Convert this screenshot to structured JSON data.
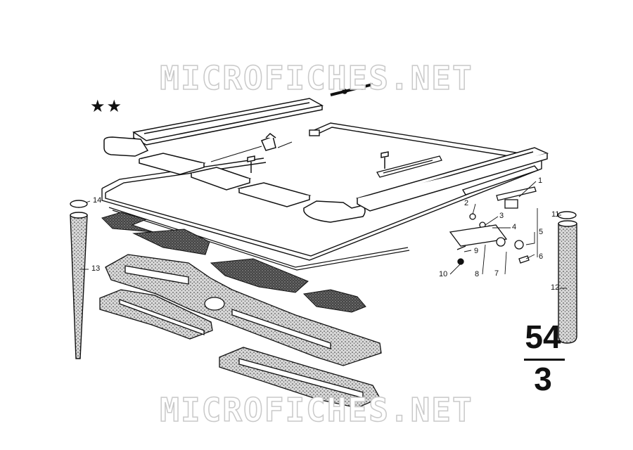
{
  "watermark": {
    "top": "MICROFICHES.NET",
    "bottom": "MICROFICHES.NET"
  },
  "header_marks": "★★",
  "section": {
    "group": "54",
    "sheet": "3"
  },
  "callouts": [
    "1",
    "2",
    "3",
    "4",
    "5",
    "6",
    "7",
    "8",
    "9",
    "10",
    "11",
    "12",
    "13",
    "14"
  ],
  "colors": {
    "ink": "#111111",
    "watermark": "#c9c9c9",
    "texture": "#8a8a8a"
  }
}
